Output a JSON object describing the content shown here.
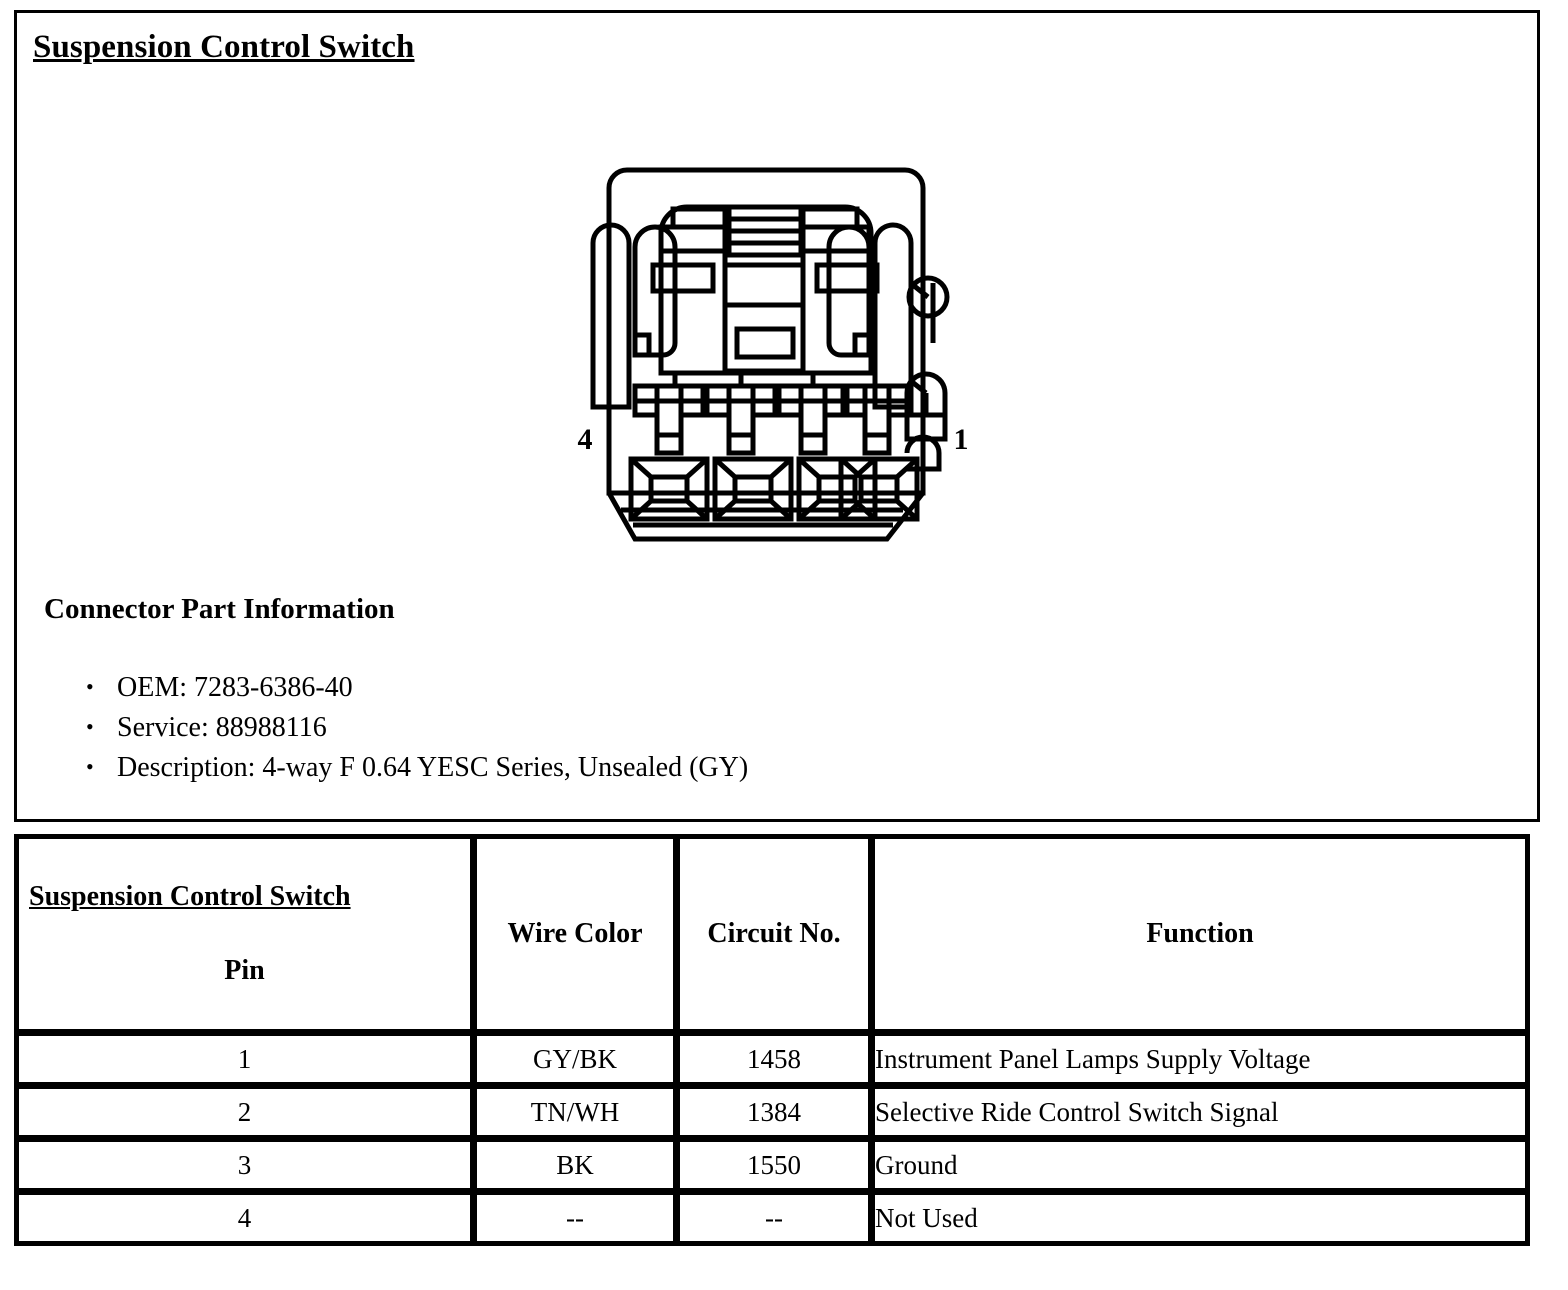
{
  "document": {
    "title": "Suspension Control Switch"
  },
  "connector_diagram": {
    "name": "4-way-connector-face-view",
    "left_pin_label": "4",
    "right_pin_label": "1",
    "cavity_count": 4
  },
  "part_information": {
    "heading": "Connector Part Information",
    "items": [
      {
        "label": "OEM",
        "text": "OEM: 7283-6386-40"
      },
      {
        "label": "Service",
        "text": "Service: 88988116"
      },
      {
        "label": "Description",
        "text": "Description: 4-way F 0.64 YESC Series, Unsealed (GY)"
      }
    ],
    "bullet": "•"
  },
  "pinout_table": {
    "headers": {
      "pin_title": "Suspension Control Switch",
      "pin_sub": "Pin",
      "wire_color": "Wire Color",
      "circuit_no": "Circuit No.",
      "function": "Function"
    },
    "rows": [
      {
        "pin": "1",
        "wire_color": "GY/BK",
        "circuit_no": "1458",
        "function": "Instrument Panel Lamps Supply Voltage"
      },
      {
        "pin": "2",
        "wire_color": "TN/WH",
        "circuit_no": "1384",
        "function": "Selective Ride Control Switch Signal"
      },
      {
        "pin": "3",
        "wire_color": "BK",
        "circuit_no": "1550",
        "function": "Ground"
      },
      {
        "pin": "4",
        "wire_color": "--",
        "circuit_no": "--",
        "function": "Not Used"
      }
    ]
  },
  "colors": {
    "ink": "#000000",
    "paper": "#ffffff"
  }
}
